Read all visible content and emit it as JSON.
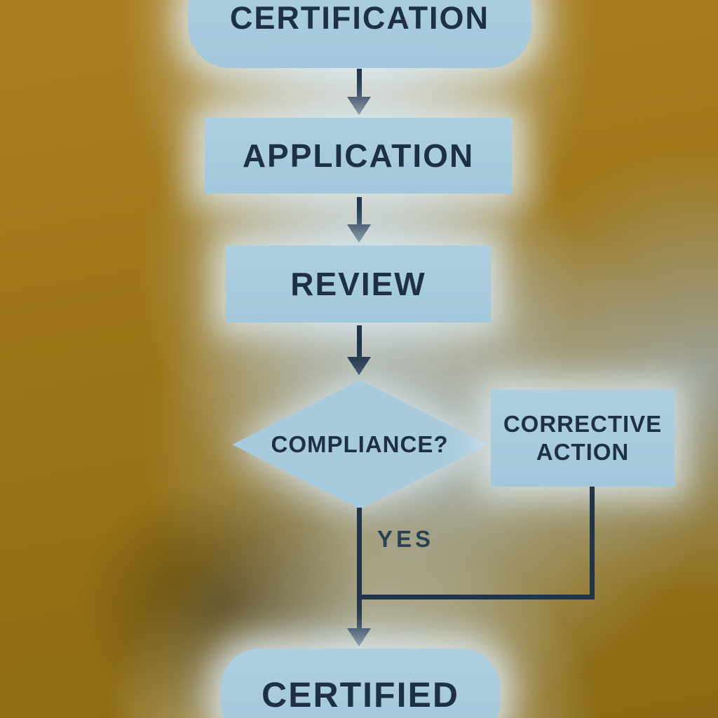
{
  "flowchart": {
    "nodes": {
      "certification": {
        "label": "CERTIFICATION",
        "shape": "rounded"
      },
      "application": {
        "label": "APPLICATION",
        "shape": "rect"
      },
      "review": {
        "label": "REVIEW",
        "shape": "rect"
      },
      "compliance": {
        "label": "COMPLIANCE?",
        "shape": "diamond"
      },
      "corrective_action": {
        "label": "CORRECTIVE ACTION",
        "shape": "rect"
      },
      "certified": {
        "label": "CERTIFIED",
        "shape": "rounded"
      }
    },
    "edge_labels": {
      "yes": "YES"
    },
    "colors": {
      "node_fill": "#a7cbdd",
      "node_text": "#1d3044",
      "connector": "#20344a",
      "background_gold": "#9c7518",
      "halo": "#dceaf3"
    }
  }
}
